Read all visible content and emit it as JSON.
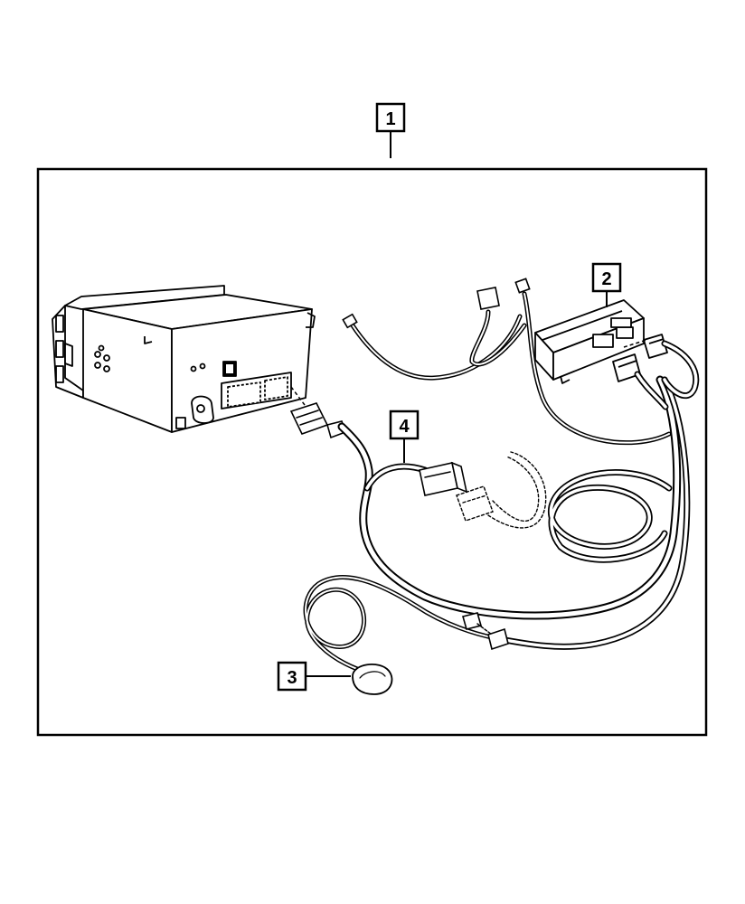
{
  "diagram": {
    "callouts": {
      "c1": "1",
      "c2": "2",
      "c3": "3",
      "c4": "4"
    }
  },
  "colors": {
    "line": "#000000",
    "background": "#ffffff"
  },
  "icons": [
    "radio-unit-drawing",
    "receiver-module-drawing",
    "antenna-drawing",
    "wiring-harness-drawing"
  ]
}
